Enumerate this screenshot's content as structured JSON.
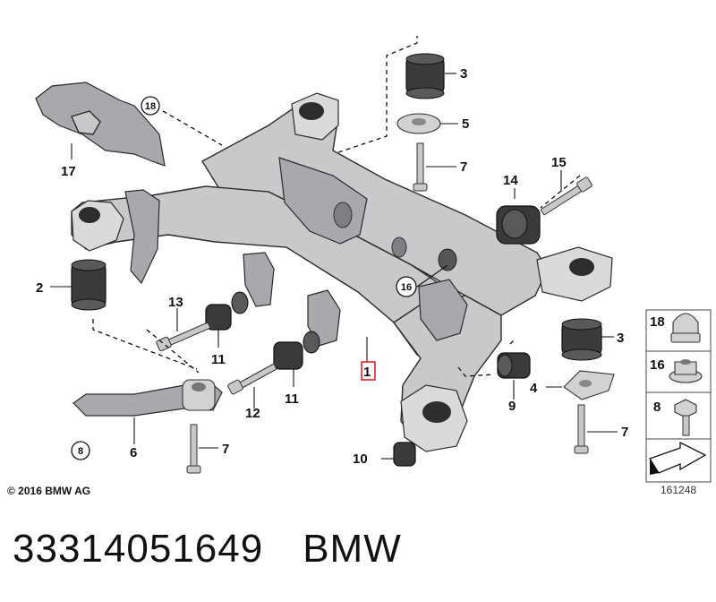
{
  "part_number": "33314051649",
  "brand": "BMW",
  "copyright": "© 2016 BMW AG",
  "reference_number": "161248",
  "callouts": {
    "c1": "1",
    "c2": "2",
    "c3a": "3",
    "c3b": "3",
    "c4": "4",
    "c5": "5",
    "c6": "6",
    "c7a": "7",
    "c7b": "7",
    "c7c": "7",
    "c8": "8",
    "c9": "9",
    "c10": "10",
    "c11a": "11",
    "c11b": "11",
    "c12": "12",
    "c13": "13",
    "c14": "14",
    "c15": "15",
    "c16": "16",
    "c17": "17",
    "c18": "18"
  },
  "legend": {
    "items": [
      {
        "num": "18",
        "icon": "cap-nut-icon"
      },
      {
        "num": "16",
        "icon": "flange-nut-icon"
      },
      {
        "num": "8",
        "icon": "hex-bolt-icon"
      }
    ],
    "arrow_icon": "direction-arrow-icon"
  },
  "colors": {
    "highlight": "#d9262b",
    "bushing": "#3a3a3a",
    "frame": "#c9c9cc"
  }
}
